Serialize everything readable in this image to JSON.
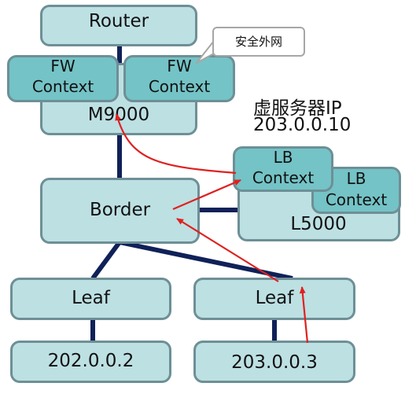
{
  "nodes": {
    "router": "Router",
    "fw_context_1": [
      "FW",
      "Context"
    ],
    "fw_context_2": [
      "FW",
      "Context"
    ],
    "m9000": "M9000",
    "border": "Border",
    "lb_context_1": [
      "LB",
      "Context"
    ],
    "lb_context_2": [
      "LB",
      "Context"
    ],
    "l5000": "L5000",
    "leaf_left": "Leaf",
    "leaf_right": "Leaf",
    "host_left": "202.0.0.2",
    "host_right": "203.0.0.3"
  },
  "callout": {
    "text": "安全外网"
  },
  "virtual_server": {
    "title": "虚服务器IP",
    "ip": "203.0.0.10"
  },
  "colors": {
    "box_fill": "#bde0e3",
    "context_fill": "#74c3c6",
    "box_border": "#6e8f96",
    "link": "#0f2158",
    "flow_arrow": "#e02020"
  }
}
